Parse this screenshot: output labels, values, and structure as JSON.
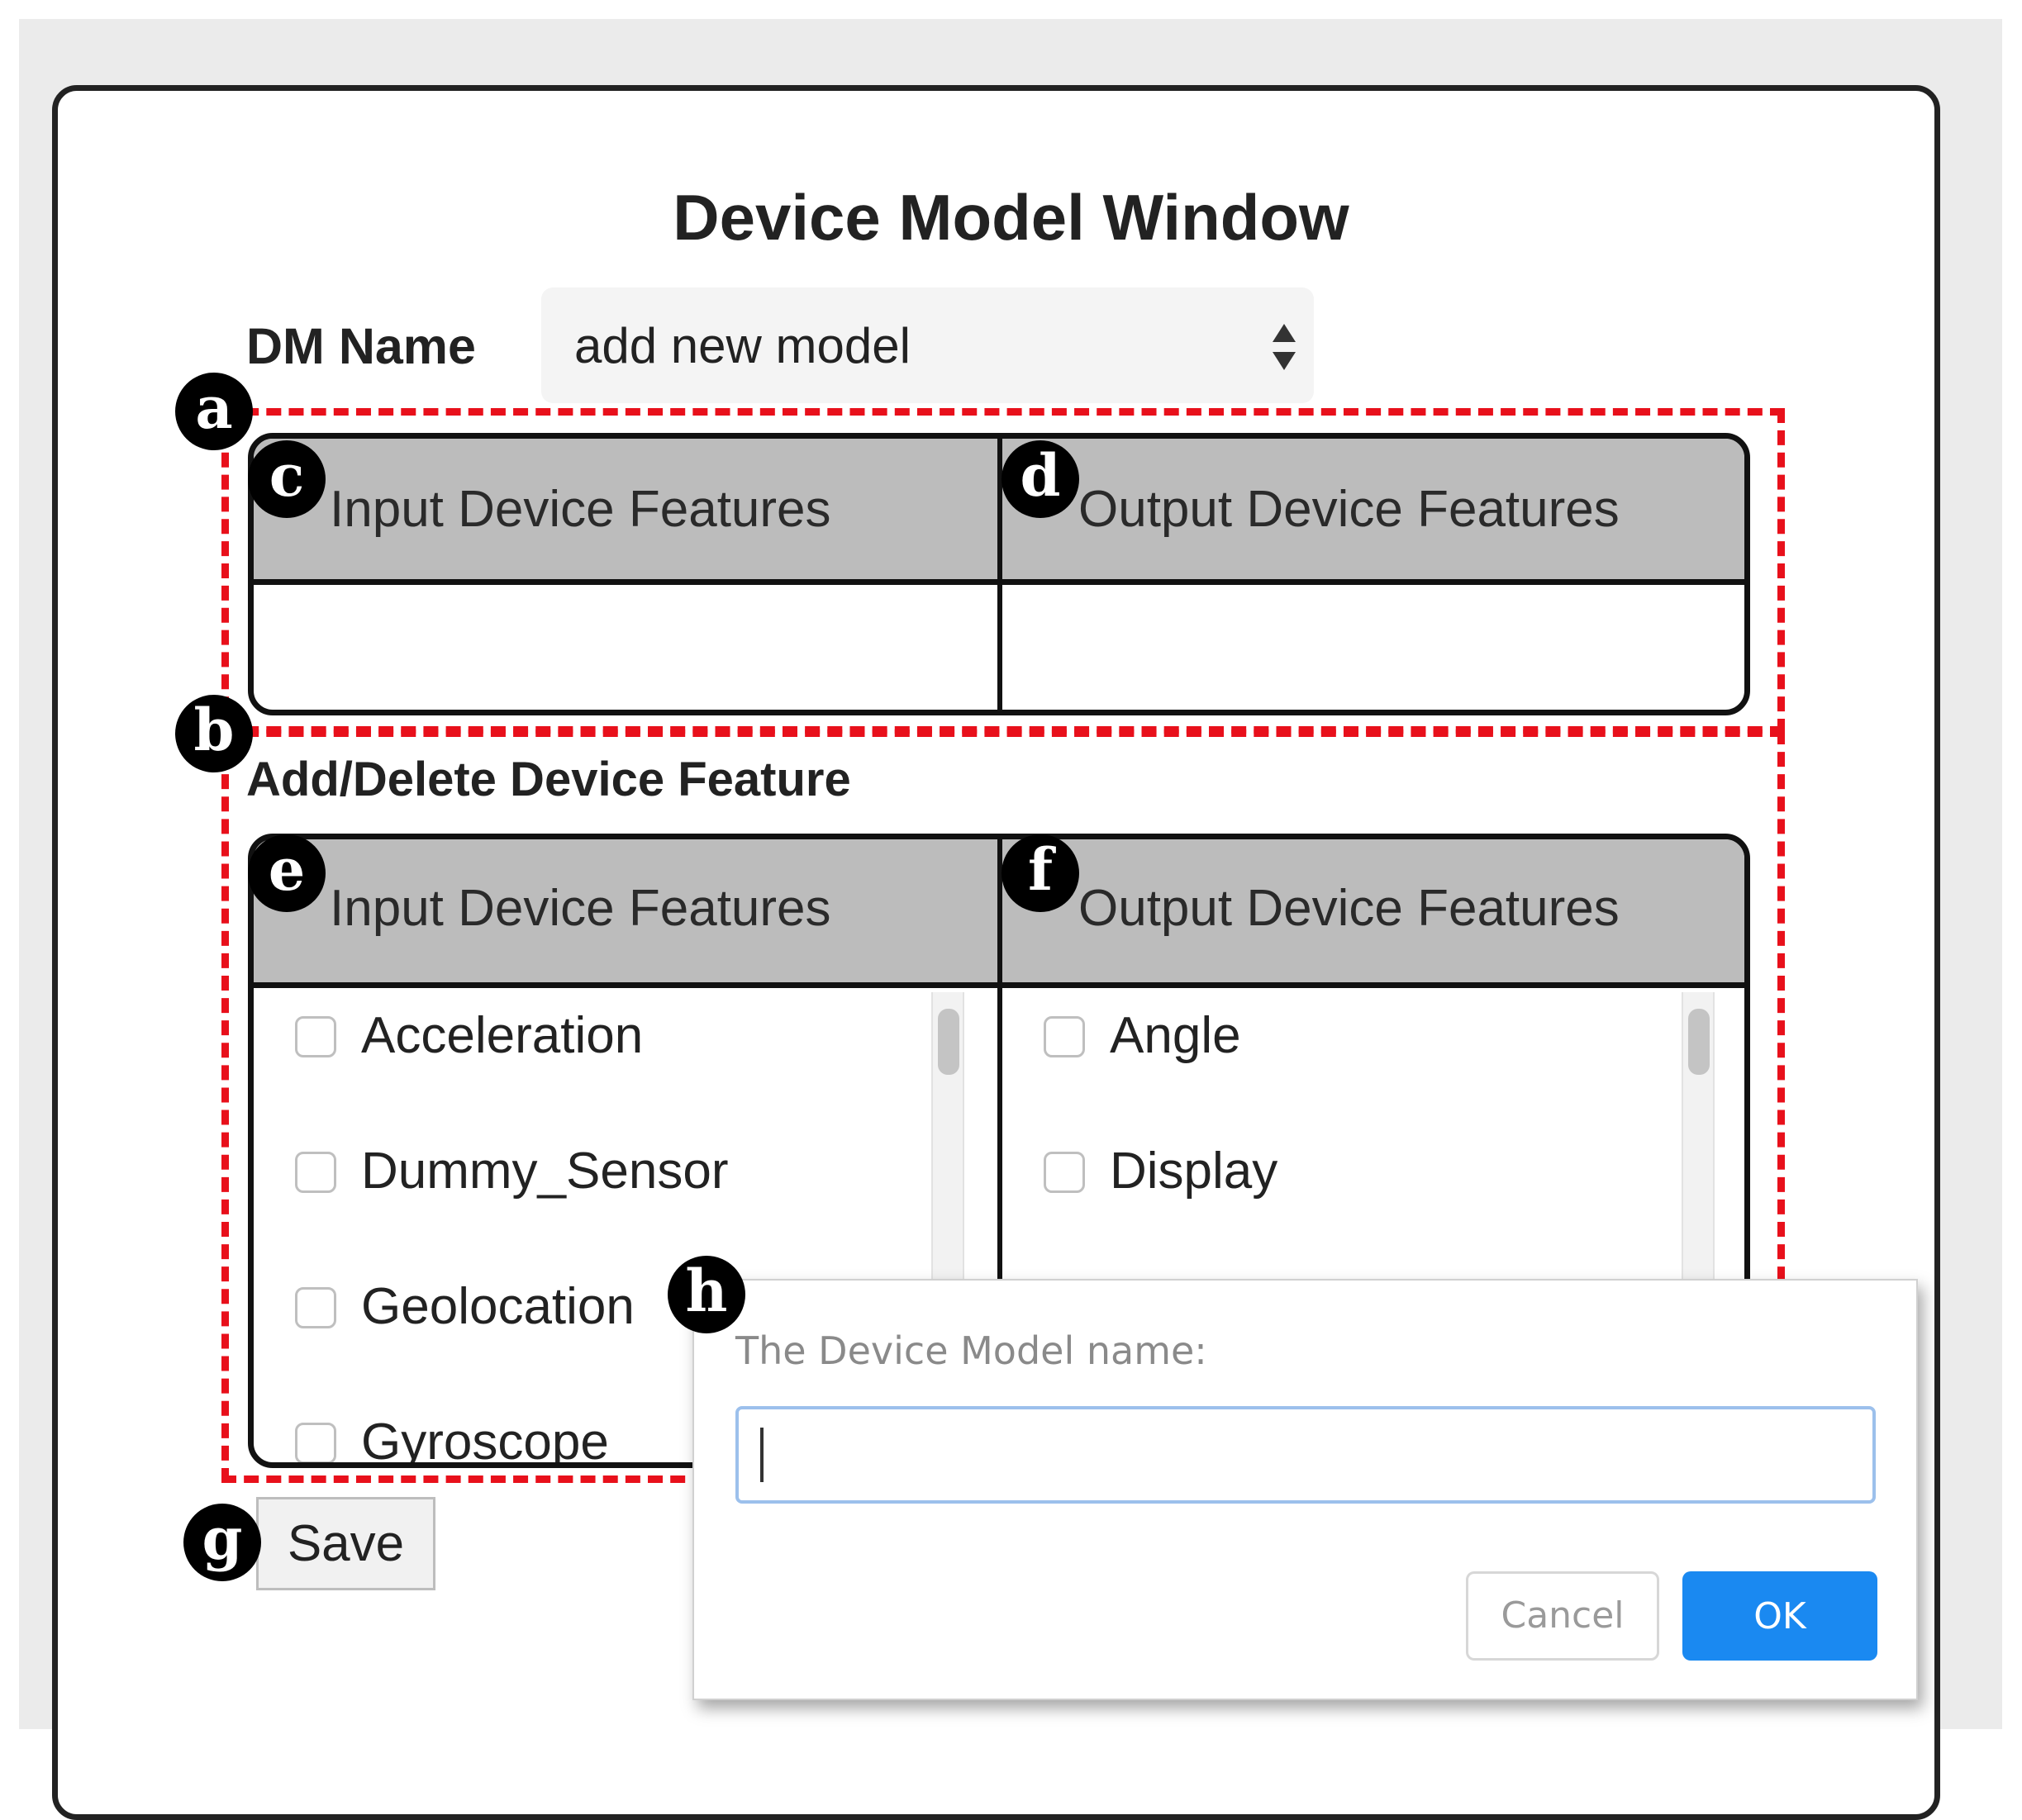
{
  "window": {
    "title": "Device Model Window"
  },
  "dm": {
    "label": "DM Name",
    "selected": "add new model"
  },
  "markers": {
    "a": "a",
    "b": "b",
    "c": "c",
    "d": "d",
    "e": "e",
    "f": "f",
    "g": "g",
    "h": "h"
  },
  "top_table": {
    "input_header": "Input Device Features",
    "output_header": "Output Device Features"
  },
  "add_delete": {
    "label": "Add/Delete Device Feature",
    "input_header": "Input Device Features",
    "output_header": "Output Device Features",
    "input_items": [
      "Acceleration",
      "Dummy_Sensor",
      "Geolocation",
      "Gyroscope"
    ],
    "output_items": [
      "Angle",
      "Display"
    ]
  },
  "save_label": "Save",
  "dialog": {
    "prompt": "The Device Model name:",
    "input_value": "",
    "cancel_label": "Cancel",
    "ok_label": "OK"
  },
  "colors": {
    "dashed_annotation": "#e8101b",
    "ok_button": "#1a89f1",
    "table_header": "#bcbcbc",
    "input_focus_border": "#9cc0ec"
  }
}
